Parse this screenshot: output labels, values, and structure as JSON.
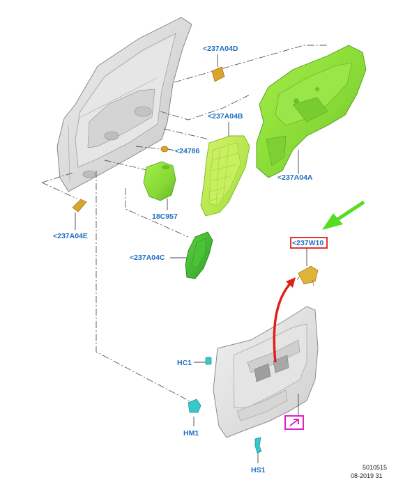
{
  "colors": {
    "callout_text": "#1f6fc0",
    "foam_green": "#8de03c",
    "foam_green_dark": "#5fb51f",
    "foam_yellow_green": "#c4ee54",
    "dark_green_part": "#3fbf2f",
    "door_grey": "#d9d9d9",
    "pad_orange": "#d9a52a",
    "highlight_red": "#e0201a",
    "highlight_magenta": "#e020c8",
    "arrow_green": "#55dd22",
    "cyan_fastener": "#35c9c9"
  },
  "callouts": {
    "part_237A04D": "<237A04D",
    "part_237A04B": "<237A04B",
    "part_24786": "<24786",
    "part_237A04A": "<237A04A",
    "part_18C957": "18C957",
    "part_237A04E": "<237A04E",
    "part_237A04C": "<237A04C",
    "part_237W10": "<237W10",
    "part_HC1": "HC1",
    "part_HM1": "HM1",
    "part_HS1": "HS1"
  },
  "footer": {
    "drawing_number": "5010515",
    "date_code": "08-2019 31"
  },
  "icons": {
    "view_symbol": "magenta-corner-arrow-icon",
    "direction_arrow": "green-direction-arrow-icon",
    "curved_arrow": "red-curved-arrow-icon"
  }
}
